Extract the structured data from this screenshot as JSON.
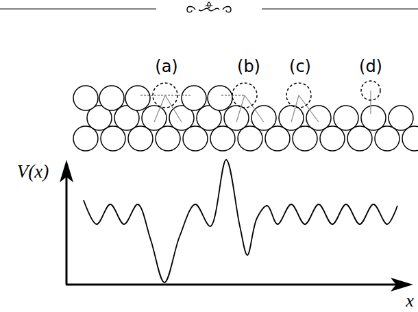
{
  "diagram": {
    "labels": [
      "(a)",
      "(b)",
      "(c)",
      "(d)",
      "V(x)",
      "x"
    ]
  }
}
